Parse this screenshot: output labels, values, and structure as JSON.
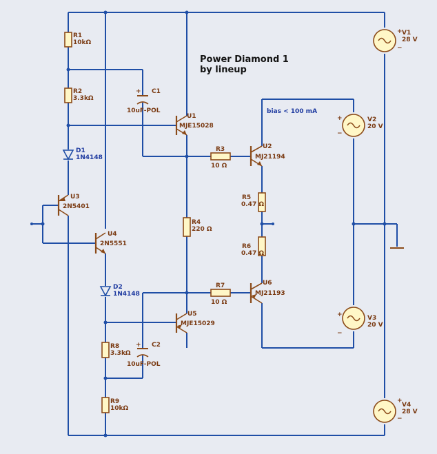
{
  "title": {
    "line1": "Power Diamond 1",
    "line2": "by lineup"
  },
  "note": "bias < 100 mA",
  "colors": {
    "wire": "#1f4ea6",
    "component": "#8b4a18",
    "background": "#e8ebf2",
    "diode_label": "#1e3aa0"
  },
  "components": {
    "R1": {
      "ref": "R1",
      "value": "10kΩ"
    },
    "R2": {
      "ref": "R2",
      "value": "3.3kΩ"
    },
    "R3": {
      "ref": "R3",
      "value": "10 Ω"
    },
    "R4": {
      "ref": "R4",
      "value": "220 Ω"
    },
    "R5": {
      "ref": "R5",
      "value": "0.47 Ω"
    },
    "R6": {
      "ref": "R6",
      "value": "0.47 Ω"
    },
    "R7": {
      "ref": "R7",
      "value": "10 Ω"
    },
    "R8": {
      "ref": "R8",
      "value": "3.3kΩ"
    },
    "R9": {
      "ref": "R9",
      "value": "10kΩ"
    },
    "C1": {
      "ref": "C1",
      "value": "10uF-POL"
    },
    "C2": {
      "ref": "C2",
      "value": "10uF-POL"
    },
    "D1": {
      "ref": "D1",
      "value": "1N4148"
    },
    "D2": {
      "ref": "D2",
      "value": "1N4148"
    },
    "U1": {
      "ref": "U1",
      "value": "MJE15028"
    },
    "U2": {
      "ref": "U2",
      "value": "MJ21194"
    },
    "U3": {
      "ref": "U3",
      "value": "2N5401"
    },
    "U4": {
      "ref": "U4",
      "value": "2N5551"
    },
    "U5": {
      "ref": "U5",
      "value": "MJE15029"
    },
    "U6": {
      "ref": "U6",
      "value": "MJ21193"
    },
    "V1": {
      "ref": "V1",
      "value": "28 V"
    },
    "V2": {
      "ref": "V2",
      "value": "20 V"
    },
    "V3": {
      "ref": "V3",
      "value": "20 V"
    },
    "V4": {
      "ref": "V4",
      "value": "28 V"
    }
  },
  "polarity": {
    "plus": "+",
    "minus": "−"
  }
}
